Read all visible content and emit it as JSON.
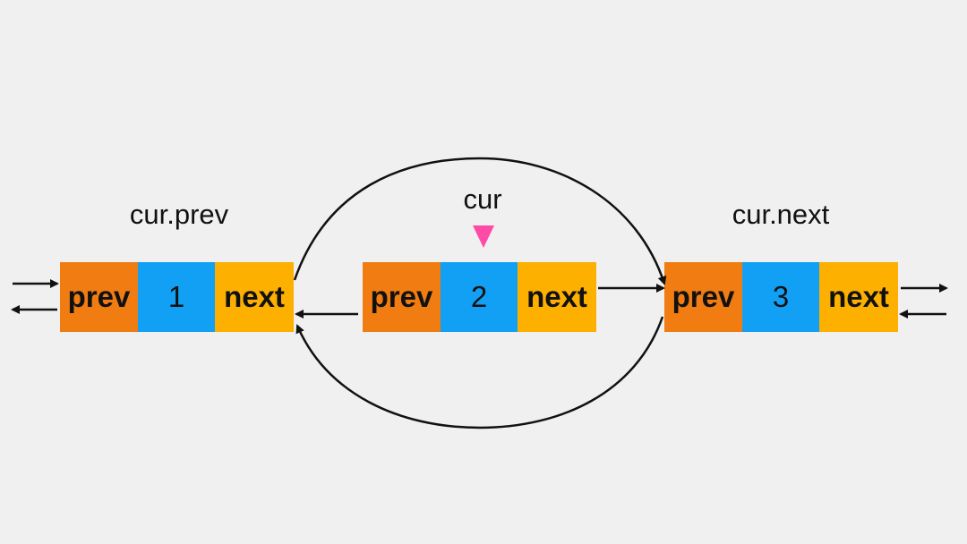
{
  "colors": {
    "prev": "#f07c12",
    "value": "#11a0f4",
    "next": "#fdb000",
    "pointer": "#ff4aa6",
    "stroke": "#111111"
  },
  "labels": {
    "left": "cur.prev",
    "center": "cur",
    "right": "cur.next"
  },
  "nodes": [
    {
      "prev": "prev",
      "value": "1",
      "next": "next"
    },
    {
      "prev": "prev",
      "value": "2",
      "next": "next"
    },
    {
      "prev": "prev",
      "value": "3",
      "next": "next"
    }
  ]
}
